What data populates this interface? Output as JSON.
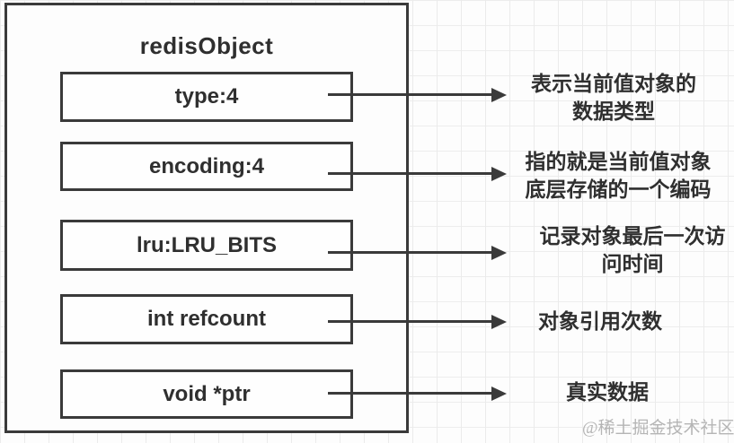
{
  "diagram": {
    "title": "redisObject",
    "fields": [
      {
        "label": "type:4"
      },
      {
        "label": "encoding:4"
      },
      {
        "label": "lru:LRU_BITS"
      },
      {
        "label": "int refcount"
      },
      {
        "label": "void *ptr"
      }
    ],
    "annotations": [
      {
        "lines": [
          "表示当前值对象的",
          "数据类型"
        ]
      },
      {
        "lines": [
          "指的就是当前值对象",
          "底层存储的一个编码"
        ]
      },
      {
        "lines": [
          "记录对象最后一次访",
          "问时间"
        ]
      },
      {
        "lines": [
          "对象引用次数"
        ]
      },
      {
        "lines": [
          "真实数据"
        ]
      }
    ],
    "watermark": "@稀土掘金技术社区",
    "colors": {
      "line": "#3a3a3a",
      "text": "#2f2f2f",
      "grid": "#ebebeb",
      "watermark": "#b5b5b5",
      "background": "#fdfdfd"
    }
  }
}
